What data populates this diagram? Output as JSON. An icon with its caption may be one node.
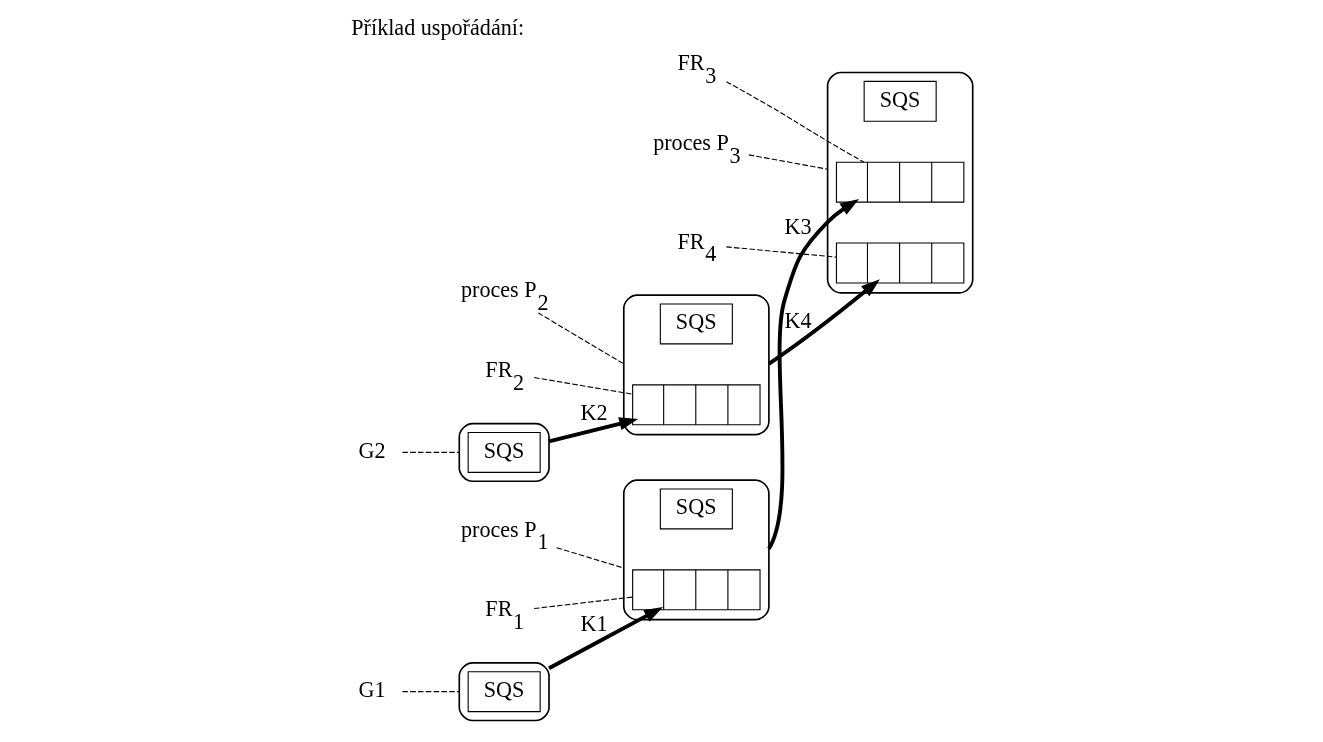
{
  "diagram": {
    "title": "Příklad uspořádání:",
    "nodes": [
      {
        "text": [],
        "shape": "cloud"
      },
      {
        "text": [
          "SQS"
        ],
        "in": 0
      },
      {
        "text": [],
        "shape": "cloud"
      },
      {
        "text": [],
        "shape": "queue",
        "in": 2
      },
      {
        "text": [
          "SQS"
        ],
        "in": 2
      },
      {
        "text": [],
        "shape": "cloud"
      },
      {
        "text": [
          "SQS"
        ],
        "in": 5
      },
      {
        "text": [],
        "shape": "cloud"
      },
      {
        "text": [],
        "shape": "queue",
        "in": 7
      },
      {
        "text": [
          "SQS"
        ],
        "in": 7
      },
      {
        "text": [],
        "shape": "cloud"
      },
      {
        "text": [],
        "shape": "queue",
        "in": 10
      },
      {
        "text": [],
        "shape": "queue",
        "in": 10
      },
      {
        "text": [
          "SQS"
        ],
        "in": 10
      },
      {
        "text": [
          "G1"
        ]
      },
      {
        "text": [
          "FR$_{1}$"
        ]
      },
      {
        "text": [
          "proces P$_{1}$"
        ]
      },
      {
        "text": [
          "FR$_{3}$"
        ]
      },
      {
        "text": [
          "G2"
        ]
      },
      {
        "text": [
          "FR$_{2}$"
        ]
      },
      {
        "text": [
          "proces P$_{2}$"
        ]
      },
      {
        "text": [
          "FR$_{4}$"
        ]
      },
      {
        "text": [
          "proces P$_{3}$"
        ]
      }
    ],
    "edges": [
      {
        "from": 0,
        "to": 3,
        "arrow": "to",
        "label": "K1",
        "style": "thick"
      },
      {
        "from": 5,
        "to": 8,
        "arrow": "to",
        "label": "K2",
        "style": "thick"
      },
      {
        "from": 2,
        "to": 11,
        "arrow": "to",
        "label": "K3",
        "style": "thick"
      },
      {
        "from": 7,
        "to": 12,
        "arrow": "to",
        "label": "K4",
        "style": "thick"
      },
      {
        "from": 14,
        "to": 0,
        "arrow": "none",
        "style": "dashed"
      },
      {
        "from": 15,
        "to": 3,
        "arrow": "none",
        "style": "dashed"
      },
      {
        "from": 16,
        "to": 2,
        "arrow": "none",
        "style": "dashed"
      },
      {
        "from": 17,
        "to": 11,
        "arrow": "none",
        "style": "dashed"
      },
      {
        "from": 18,
        "to": 5,
        "arrow": "none",
        "style": "dashed"
      },
      {
        "from": 19,
        "to": 8,
        "arrow": "none",
        "style": "dashed"
      },
      {
        "from": 20,
        "to": 7,
        "arrow": "none",
        "style": "dashed"
      },
      {
        "from": 21,
        "to": 12,
        "arrow": "none",
        "style": "dashed"
      },
      {
        "from": 22,
        "to": 10,
        "arrow": "none",
        "style": "dashed"
      }
    ]
  }
}
